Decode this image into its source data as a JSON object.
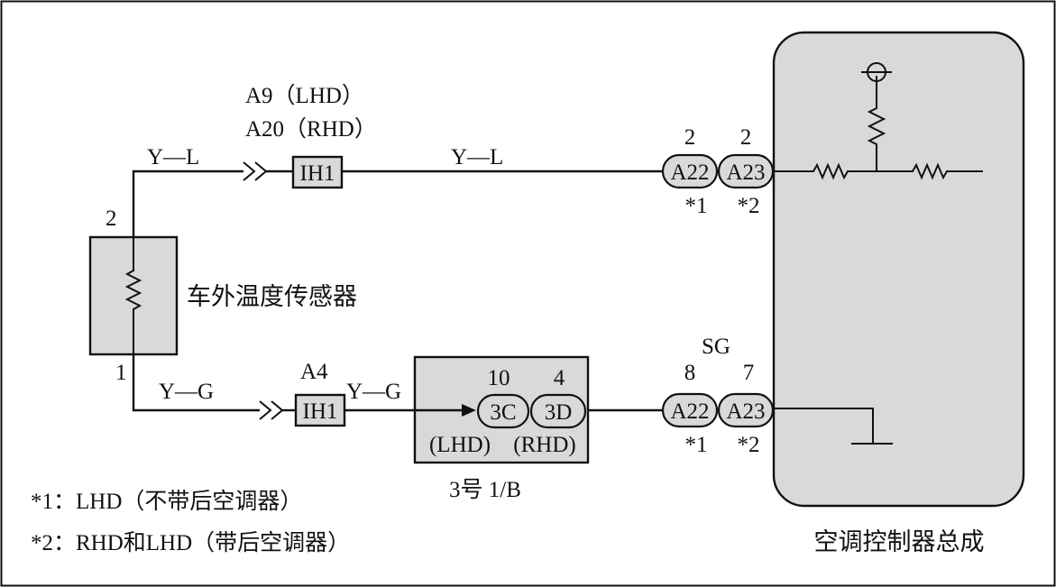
{
  "sensor": {
    "name": "车外温度传感器",
    "pin_top": "2",
    "pin_bottom": "1"
  },
  "top_circuit": {
    "wire_left": "Y—L",
    "connector_line1": "A9（LHD）",
    "connector_line2": "A20（RHD）",
    "junction": "IH1",
    "wire_right": "Y—L",
    "pin_a22": "2",
    "pin_a23": "2",
    "conn_a22": "A22",
    "conn_a23": "A23",
    "note_a22": "*1",
    "note_a23": "*2"
  },
  "bottom_circuit": {
    "wire_left": "Y—G",
    "connector": "A4",
    "junction": "IH1",
    "wire_right": "Y—G",
    "jb_pin_3c": "10",
    "jb_pin_3d": "4",
    "jb_conn_3c": "3C",
    "jb_conn_3d": "3D",
    "jb_note_3c": "(LHD)",
    "jb_note_3d": "(RHD)",
    "jb_name": "3号  1/B",
    "signal": "SG",
    "pin_a22": "8",
    "pin_a23": "7",
    "conn_a22": "A22",
    "conn_a23": "A23",
    "note_a22": "*1",
    "note_a23": "*2"
  },
  "footnotes": [
    "*1：LHD（不带后空调器）",
    "*2：RHD和LHD（带后空调器）"
  ],
  "controller": {
    "name": "空调控制器总成"
  }
}
